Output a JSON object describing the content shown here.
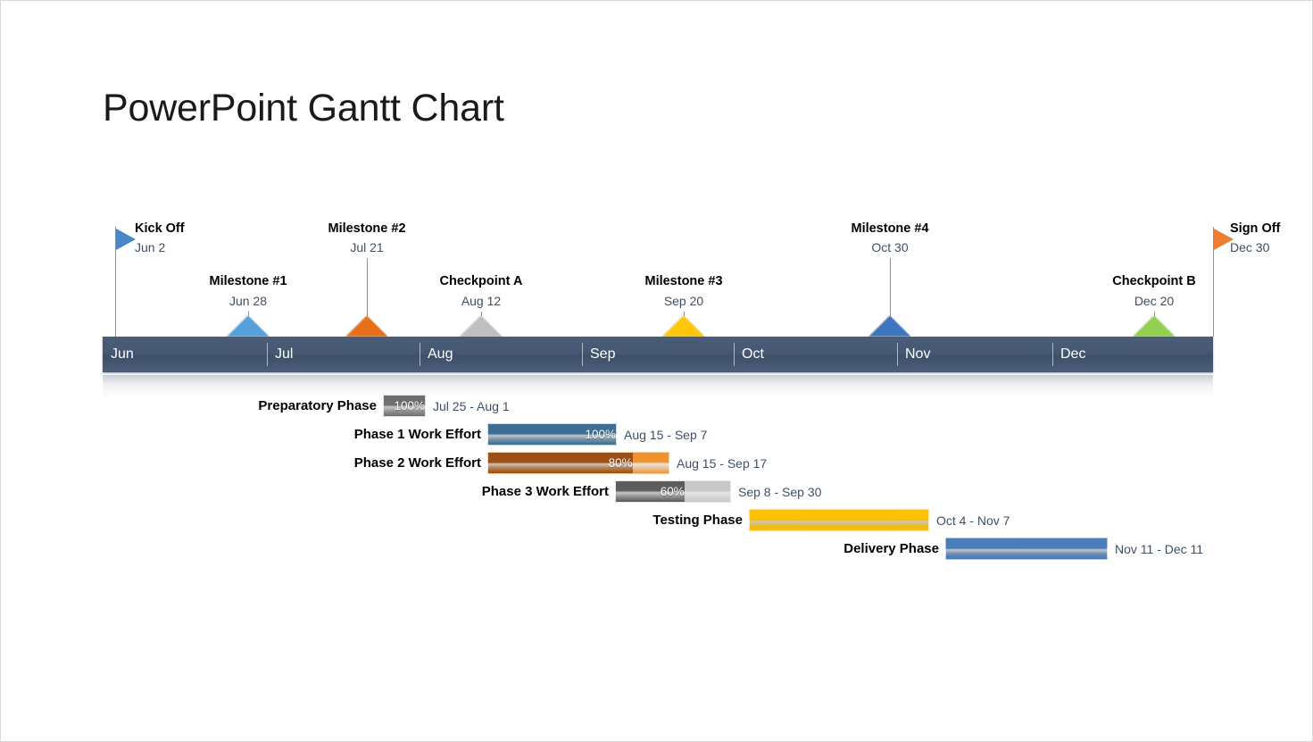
{
  "slide": {
    "title": "PowerPoint Gantt Chart"
  },
  "colors": {
    "axis_bar": "#475873",
    "axis_text": "#ffffff",
    "date_text": "#3d4f68",
    "blue_light": "#56A0DC",
    "orange": "#E8701A",
    "silver": "#BFBFBF",
    "yellow": "#FFC60B",
    "blue_dark": "#3E76BE",
    "green": "#92D050",
    "flag_blue": "#4A87C8",
    "flag_orange": "#ED7D31"
  },
  "timeline": {
    "months": [
      "Jun",
      "Jul",
      "Aug",
      "Sep",
      "Oct",
      "Nov",
      "Dec"
    ]
  },
  "milestones": [
    {
      "label": "Kick Off",
      "date": "Jun 2",
      "marker": "flag-blue",
      "color": "#4A87C8"
    },
    {
      "label": "Milestone #1",
      "date": "Jun 28",
      "marker": "diamond-blue",
      "color": "#56A0DC"
    },
    {
      "label": "Milestone #2",
      "date": "Jul 21",
      "marker": "diamond-orange",
      "color": "#E8701A"
    },
    {
      "label": "Checkpoint A",
      "date": "Aug 12",
      "marker": "diamond-silver",
      "color": "#BFBFBF"
    },
    {
      "label": "Milestone #3",
      "date": "Sep 20",
      "marker": "diamond-yellow",
      "color": "#FFC60B"
    },
    {
      "label": "Milestone #4",
      "date": "Oct 30",
      "marker": "diamond-blue-dark",
      "color": "#3E76BE"
    },
    {
      "label": "Checkpoint B",
      "date": "Dec 20",
      "marker": "diamond-green",
      "color": "#92D050"
    },
    {
      "label": "Sign Off",
      "date": "Dec 30",
      "marker": "flag-orange",
      "color": "#ED7D31"
    }
  ],
  "tasks": [
    {
      "name": "Preparatory Phase",
      "percent": "100%",
      "dates": "Jul 25 - Aug 1",
      "fill": "#6E6E6E",
      "rest": "#BFBFBF"
    },
    {
      "name": "Phase 1 Work Effort",
      "percent": "100%",
      "dates": "Aug 15 - Sep 7",
      "fill": "#3E6E94",
      "rest": "#7FAFD0"
    },
    {
      "name": "Phase 2 Work Effort",
      "percent": "80%",
      "dates": "Aug 15 - Sep 17",
      "fill": "#9C4F16",
      "rest": "#F0932F"
    },
    {
      "name": "Phase 3 Work Effort",
      "percent": "60%",
      "dates": "Sep 8 - Sep 30",
      "fill": "#5C5C5C",
      "rest": "#C8C8C8"
    },
    {
      "name": "Testing Phase",
      "percent": "",
      "dates": "Oct 4 - Nov 7",
      "fill": "#FFC000",
      "rest": "#FFC000"
    },
    {
      "name": "Delivery Phase",
      "percent": "",
      "dates": "Nov 11 - Dec 11",
      "fill": "#4A7EBB",
      "rest": "#4A7EBB"
    }
  ]
}
